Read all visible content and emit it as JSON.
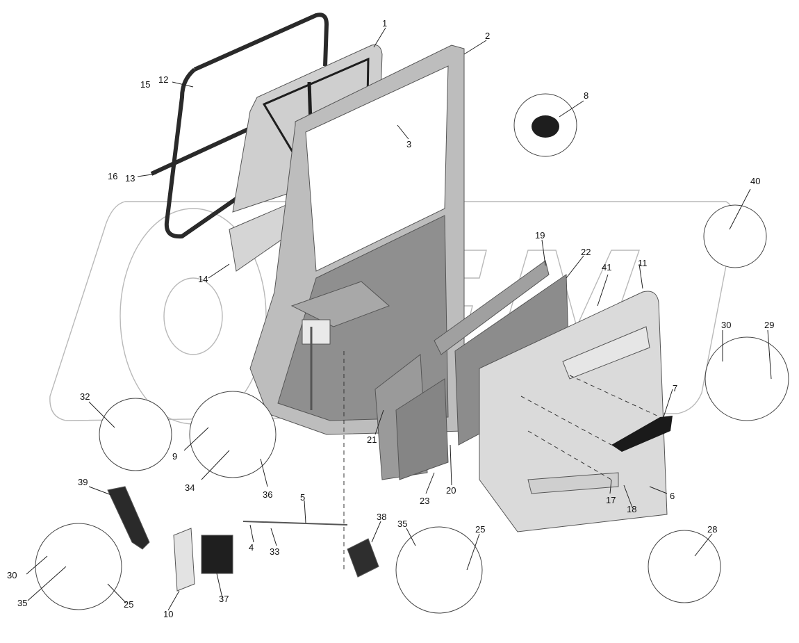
{
  "labels": {
    "l1": "1",
    "l2": "2",
    "l3": "3",
    "l4": "4",
    "l5": "5",
    "l6": "6",
    "l7": "7",
    "l8": "8",
    "l9": "9",
    "l10": "10",
    "l11": "11",
    "l12": "12",
    "l13": "13",
    "l14": "14",
    "l15": "15",
    "l16": "16",
    "l17": "17",
    "l18": "18",
    "l19": "19",
    "l20": "20",
    "l21": "21",
    "l22": "22",
    "l23": "23",
    "l25a": "25",
    "l25b": "25",
    "l28": "28",
    "l29": "29",
    "l30a": "30",
    "l30b": "30",
    "l32": "32",
    "l33": "33",
    "l34": "34",
    "l35a": "35",
    "l35b": "35",
    "l36": "36",
    "l37": "37",
    "l38": "38",
    "l39": "39",
    "l40": "40",
    "l41": "41"
  },
  "colors": {
    "frame": "#bdbdbd",
    "glass": "#cfcfcf",
    "panel_dark": "#8a8a8a",
    "trim": "#d8d8d8",
    "seal": "#222222",
    "handle": "#1a1a1a"
  }
}
